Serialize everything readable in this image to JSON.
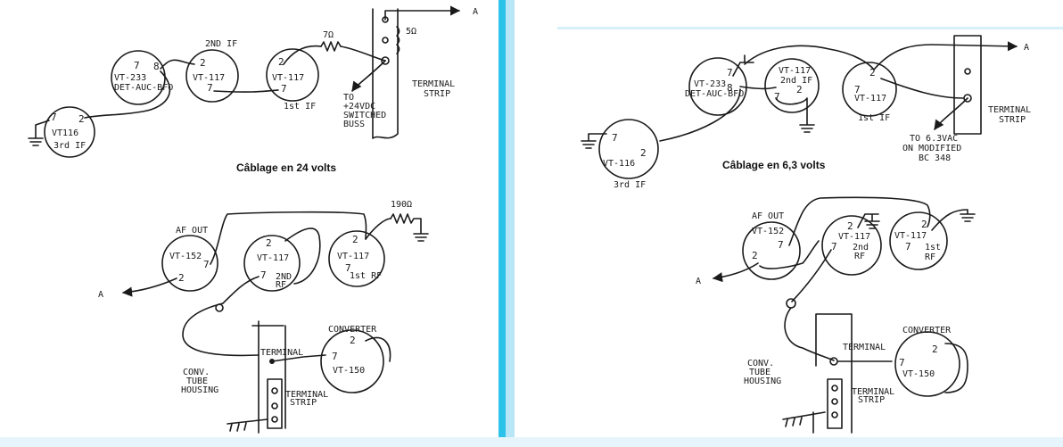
{
  "colors": {
    "divider": "#2bc3ea",
    "divider_light": "#b8e6f6",
    "ink": "#1a1a1a",
    "paper": "#ffffff"
  },
  "left": {
    "caption": "Câblage en 24 volts",
    "top": {
      "tube_vt233": {
        "pins": [
          "7",
          "8"
        ],
        "label": "VT-233",
        "sub": "DET-AUC-BFO"
      },
      "tube_2nd_if": {
        "label": "VT-117",
        "pins": [
          "2",
          "7"
        ],
        "tag": "2ND IF"
      },
      "tube_1st_if": {
        "label": "VT-117",
        "pins": [
          "2",
          "7"
        ],
        "tag": "1st IF"
      },
      "tube_vt116": {
        "label": "VT116",
        "pins": [
          "7",
          "2"
        ],
        "tag": "3rd IF"
      },
      "resistor1": "7Ω",
      "resistor2": "5Ω",
      "arrow_a": "A",
      "note": [
        "TO",
        "+24VDC",
        "SWITCHED",
        "BUSS"
      ],
      "strip": [
        "TERMINAL",
        "STRIP"
      ]
    },
    "bottom": {
      "resistor": "190Ω",
      "af_out": "AF OUT",
      "arrow_a": "A",
      "tube_vt152": {
        "label": "VT-152",
        "pins": [
          "7",
          "2"
        ]
      },
      "tube_2nd_rf": {
        "label": "VT-117",
        "pins": [
          "2",
          "7"
        ],
        "tag": [
          "2ND",
          "RF"
        ]
      },
      "tube_1st_rf": {
        "label": "VT-117",
        "pins": [
          "2",
          "7"
        ],
        "tag": "1st RF"
      },
      "converter": {
        "title": "CONVERTER",
        "pins": [
          "2",
          "7"
        ],
        "label": "VT-150"
      },
      "terminal": "TERMINAL",
      "housing": [
        "CONV.",
        "TUBE",
        "HOUSING"
      ],
      "strip": [
        "TERMINAL",
        "STRIP"
      ]
    }
  },
  "right": {
    "caption": "Câblage en 6,3 volts",
    "top": {
      "tube_vt233": {
        "pins": [
          "7",
          "8"
        ],
        "label": "VT-233",
        "sub": "DET-AUC-BFO"
      },
      "tube_2nd_if": {
        "label": "VT-117",
        "tag": "2nd IF",
        "pins": [
          "2",
          "7"
        ]
      },
      "tube_1st_if": {
        "label": "VT-117",
        "tag": "1st IF",
        "pins": [
          "2",
          "7"
        ]
      },
      "tube_vt116": {
        "label": "VT-116",
        "pins": [
          "7",
          "2"
        ],
        "tag": "3rd IF"
      },
      "arrow_a": "A",
      "note": [
        "TO 6.3VAC",
        "ON MODIFIED",
        "BC 348"
      ],
      "strip": [
        "TERMINAL",
        "STRIP"
      ]
    },
    "bottom": {
      "af_out": "AF OUT",
      "arrow_a": "A",
      "tube_vt152": {
        "label": "VT-152",
        "pins": [
          "2",
          "7"
        ]
      },
      "tube_2nd_rf": {
        "label": "VT-117",
        "pins": [
          "2",
          "7"
        ],
        "tag": [
          "2nd",
          "RF"
        ]
      },
      "tube_1st_rf": {
        "label": "VT-117",
        "pins": [
          "2",
          "7"
        ],
        "tag": [
          "1st",
          "RF"
        ]
      },
      "converter": {
        "title": "CONVERTER",
        "pins": [
          "2",
          "7"
        ],
        "label": "VT-150"
      },
      "terminal": "TERMINAL",
      "housing": [
        "CONV.",
        "TUBE",
        "HOUSING"
      ],
      "strip": [
        "TERMINAL",
        "STRIP"
      ]
    }
  }
}
